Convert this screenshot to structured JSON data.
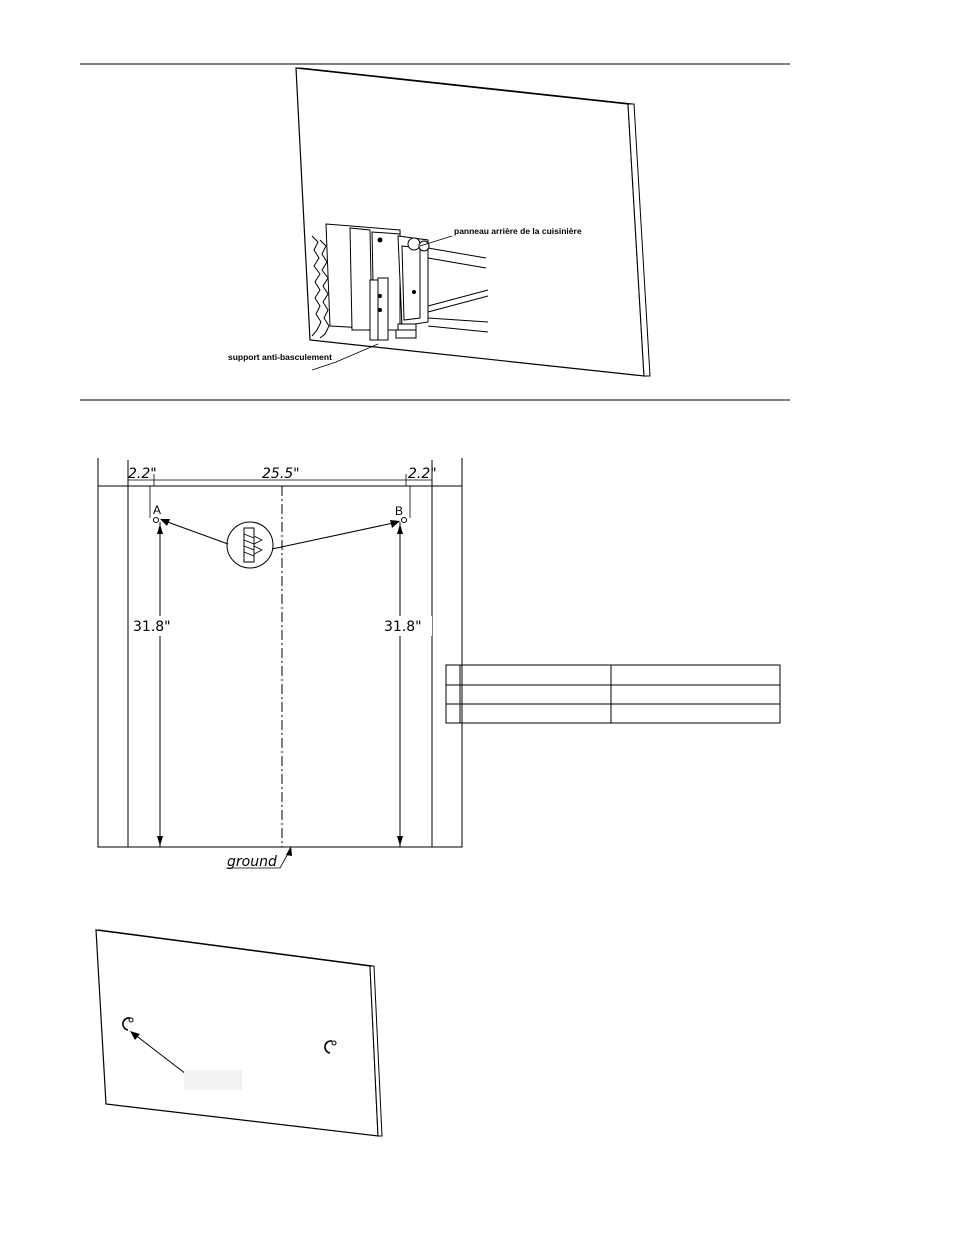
{
  "figure1": {
    "label_back_panel": "panneau arrière de la cuisinière",
    "label_bracket": "support anti-basculement"
  },
  "figure2": {
    "dim_left_offset": "2.2\"",
    "dim_span": "25.5\"",
    "dim_right_offset": "2.2\"",
    "dim_height_left": "31.8\"",
    "dim_height_right": "31.8\"",
    "point_a": "A",
    "point_b": "B",
    "ground_label": "ground",
    "table": {
      "rows": [
        [
          "",
          ""
        ],
        [
          "",
          ""
        ],
        [
          "",
          ""
        ]
      ]
    }
  },
  "figure3": {
    "callout_label": ""
  }
}
